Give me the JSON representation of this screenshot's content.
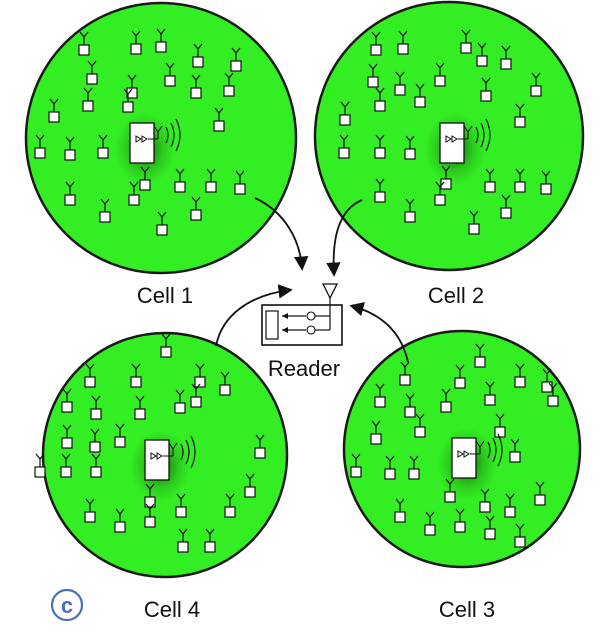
{
  "diagram": {
    "panel_letter": "c",
    "reader_label": "Reader",
    "cells": [
      {
        "label": "Cell 1"
      },
      {
        "label": "Cell 2"
      },
      {
        "label": "Cell 3"
      },
      {
        "label": "Cell 4"
      }
    ]
  },
  "colors": {
    "cell_fill": "#33ee22",
    "outline": "#1a1a1a",
    "panel_letter": "#4a6fb5"
  }
}
